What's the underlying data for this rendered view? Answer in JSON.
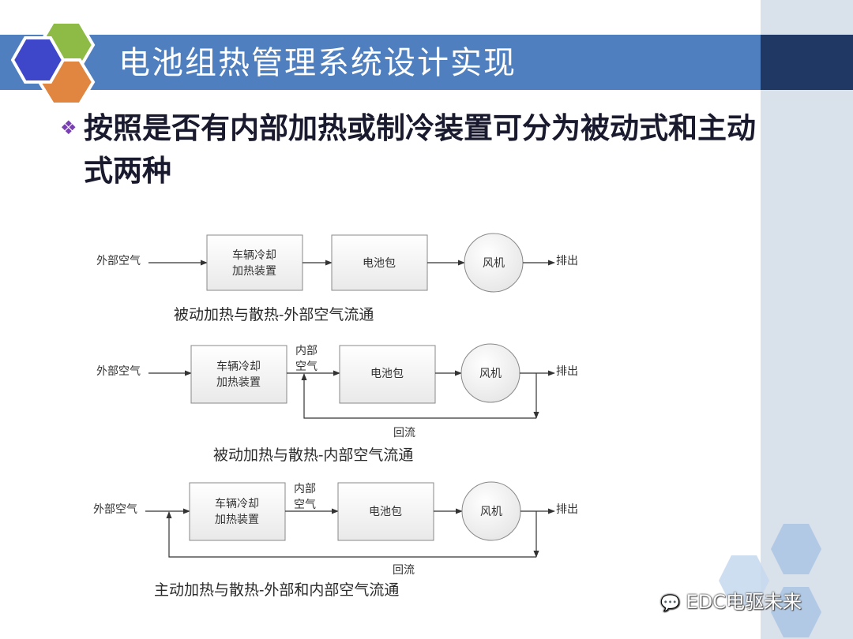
{
  "title": "电池组热管理系统设计实现",
  "bullet": "按照是否有内部加热或制冷装置可分为被动式和主动式两种",
  "diagrams": [
    {
      "source": "外部空气",
      "heater": [
        "车辆冷却",
        "加热装置"
      ],
      "battery": "电池包",
      "fan": "风机",
      "exhaust": "排出",
      "caption": "被动加热与散热-外部空气流通"
    },
    {
      "source": "外部空气",
      "heater": [
        "车辆冷却",
        "加热装置"
      ],
      "inner_air": [
        "内部",
        "空气"
      ],
      "battery": "电池包",
      "fan": "风机",
      "exhaust": "排出",
      "return": "回流",
      "caption": "被动加热与散热-内部空气流通"
    },
    {
      "source": "外部空气",
      "heater": [
        "车辆冷却",
        "加热装置"
      ],
      "inner_air": [
        "内部",
        "空气"
      ],
      "battery": "电池包",
      "fan": "风机",
      "exhaust": "排出",
      "return": "回流",
      "caption": "主动加热与散热-外部和内部空气流通"
    }
  ],
  "watermark": "EDC电驱未来",
  "colors": {
    "title_bar": "#4f7fbf",
    "title_bar_dark": "#1f3864",
    "hex_blue": "#3e47c9",
    "hex_green": "#8dbb45",
    "hex_orange": "#e08640",
    "bullet": "#7a3fb5"
  }
}
